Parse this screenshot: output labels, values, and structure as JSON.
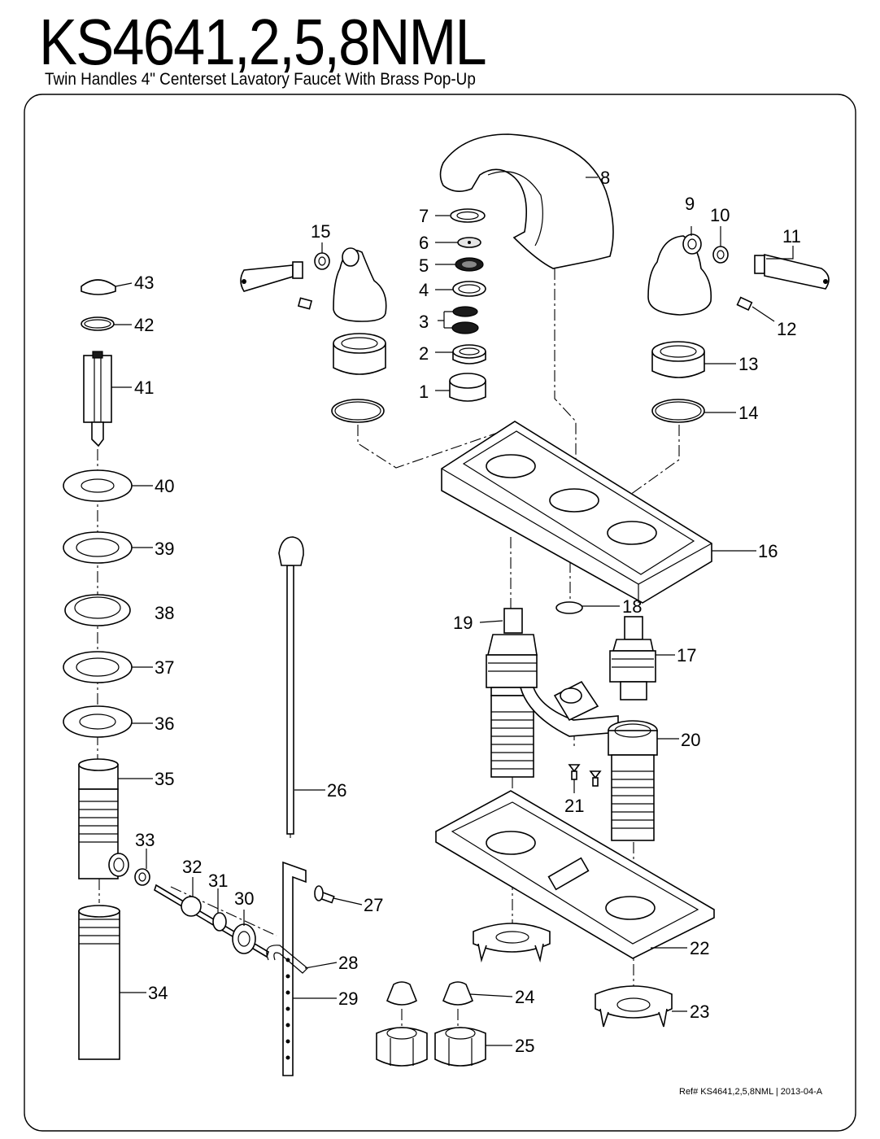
{
  "header": {
    "model": "KS4641,2,5,8NML",
    "subtitle": "Twin Handles 4\" Centerset Lavatory Faucet With Brass Pop-Up"
  },
  "footer": {
    "reference": "Ref# KS4641,2,5,8NML | 2013-04-A"
  },
  "callouts": {
    "c1": "1",
    "c2": "2",
    "c3": "3",
    "c4": "4",
    "c5": "5",
    "c6": "6",
    "c7": "7",
    "c8": "8",
    "c9": "9",
    "c10": "10",
    "c11": "11",
    "c12": "12",
    "c13": "13",
    "c14": "14",
    "c15": "15",
    "c16": "16",
    "c17": "17",
    "c18": "18",
    "c19": "19",
    "c20": "20",
    "c21": "21",
    "c22": "22",
    "c23": "23",
    "c24": "24",
    "c25": "25",
    "c26": "26",
    "c27": "27",
    "c28": "28",
    "c29": "29",
    "c30": "30",
    "c31": "31",
    "c32": "32",
    "c33": "33",
    "c34": "34",
    "c35": "35",
    "c36": "36",
    "c37": "37",
    "c38": "38",
    "c39": "39",
    "c40": "40",
    "c41": "41",
    "c42": "42",
    "c43": "43"
  }
}
